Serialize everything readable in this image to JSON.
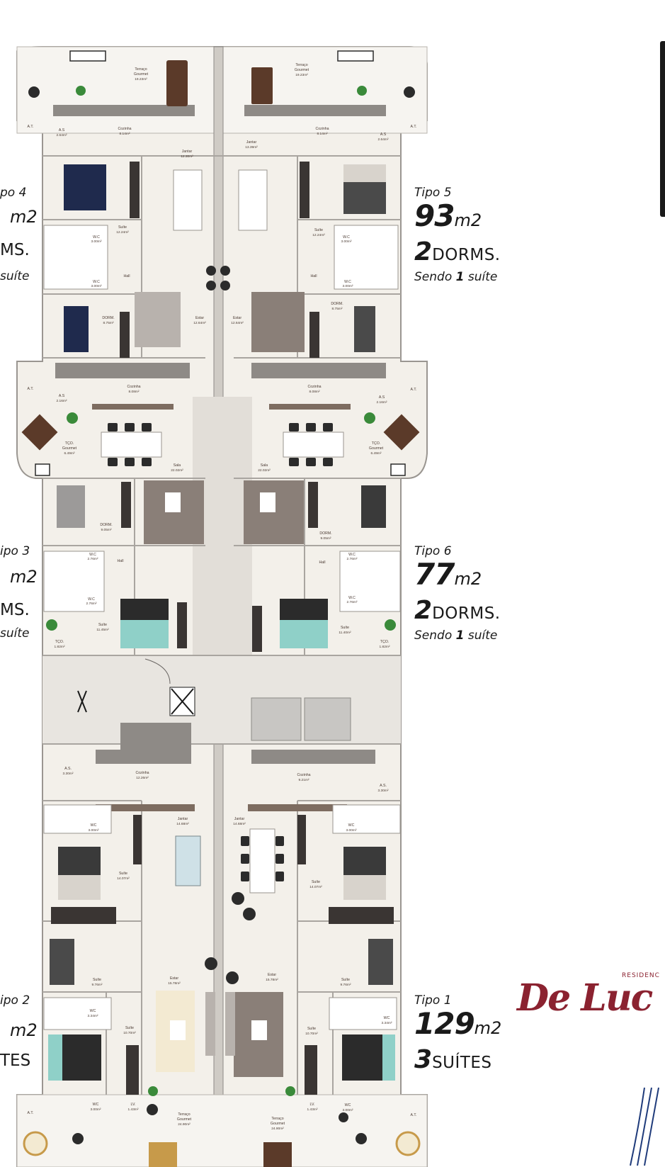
{
  "units": [
    {
      "tipo": "Tipo 5",
      "area_num": "93",
      "area_unit": "m2",
      "dorm_num": "2",
      "dorm_word": "DORMS.",
      "sendo_pre": "Sendo ",
      "sendo_num": "1",
      "sendo_post": " suíte"
    },
    {
      "tipo": "Tipo 6",
      "area_num": "77",
      "area_unit": "m2",
      "dorm_num": "2",
      "dorm_word": "DORMS.",
      "sendo_pre": "Sendo ",
      "sendo_num": "1",
      "sendo_post": " suíte"
    },
    {
      "tipo": "Tipo 1",
      "area_num": "129",
      "area_unit": "m2",
      "dorm_num": "3",
      "dorm_word": "SUÍTES"
    }
  ],
  "left_edge": {
    "t4_name": "po 4",
    "t4_area": "m2",
    "t4_dorm": "MS.",
    "t4_sendo": "suíte",
    "t3_name": "ipo 3",
    "t3_area": "m2",
    "t3_dorm": "MS.",
    "t3_sendo": "suíte",
    "t2_name": "ipo 2",
    "t2_area": "m2",
    "t2_dorm": "TES"
  },
  "logo": {
    "script": "De Luc",
    "residence": "RESIDENC"
  },
  "rooms": {
    "terraco_l": "Terraço",
    "terraco_l2": "Gourmet",
    "terraco_l_a": "19.23m²",
    "terraco_r": "Terraço",
    "terraco_r2": "Gourmet",
    "terraco_r_a": "19.23m²",
    "at": "A.T.",
    "as_tl": "A.S",
    "as_tl_a": "2.64m²",
    "coz_tl": "Cozinha",
    "coz_tl_a": "8.14m²",
    "coz_tr": "Cozinha",
    "coz_tr_a": "8.14m²",
    "as_tr": "A.S",
    "as_tr_a": "2.64m²",
    "jantar_l": "Jantar",
    "jantar_l_a": "12.30m²",
    "jantar_r": "Jantar",
    "jantar_r_a": "13.39m²",
    "suite_tl": "Suíte",
    "suite_tl_a": "12.24m²",
    "suite_tr": "Suíte",
    "suite_tr_a": "12.24m²",
    "wc": "W.C",
    "wc_a1": "3.00m²",
    "hall": "Hall",
    "dorm_tl": "DORM.",
    "dorm_tl_a": "8.75m²",
    "dorm_tr": "DORM.",
    "dorm_tr_a": "8.75m²",
    "estar_l": "Estar",
    "estar_l_a": "12.64m²",
    "estar_r": "Estar",
    "estar_r_a": "12.64m²",
    "coz_ml": "Cozinha",
    "coz_ml_a": "8.08m²",
    "coz_mr": "Cozinha",
    "coz_mr_a": "8.08m²",
    "as_m": "A.S",
    "as_m_a": "2.16m²",
    "tco": "TÇO.",
    "tco2": "Gourmet",
    "tco_a": "6.49m²",
    "sala_l": "Sala",
    "sala_l_a": "22.02m²",
    "sala_r": "Sala",
    "sala_r_a": "22.02m²",
    "dorm_ml": "DORM.",
    "dorm_ml_a": "9.05m²",
    "dorm_mr": "DORM.",
    "dorm_mr_a": "9.05m²",
    "wc_m": "W.C",
    "wc_m_a": "2.76m²",
    "suite_ml": "Suíte",
    "suite_ml_a": "11.45m²",
    "suite_mr": "Suíte",
    "suite_mr_a": "11.40m²",
    "tco_small": "TÇO.",
    "tco_small_a": "1.82m²",
    "as_bl": "A.S.",
    "as_bl_a": "3.30m²",
    "coz_bl": "Cozinha",
    "coz_bl_a": "12.26m²",
    "coz_br": "Cozinha",
    "coz_br_a": "9.21m²",
    "as_br": "A.S.",
    "as_br_a": "3.30m²",
    "wc_b": "WC",
    "wc_b_a": "3.00m²",
    "jantar_bl": "Jantar",
    "jantar_bl_a": "14.68m²",
    "jantar_br": "Jantar",
    "jantar_br_a": "14.68m²",
    "suite_bl": "Suíte",
    "suite_bl_a": "14.07m²",
    "suite_br": "Suíte",
    "suite_br_a": "14.07m²",
    "suite_s": "Suíte",
    "suite_s_a": "9.76m²",
    "estar_bl": "Estar",
    "estar_bl_a": "15.78m²",
    "estar_br": "Estar",
    "estar_br_a": "15.78m²",
    "wc_c": "WC",
    "wc_c_a": "3.34m²",
    "suite_c": "Suíte",
    "suite_c_a": "10.70m²",
    "lv": "LV.",
    "lv_a": "1.43m²",
    "terraco_bl": "Terraço",
    "terraco_bl2": "Gourmet",
    "terraco_bl_a": "24.90m²",
    "terraco_br": "Terraço",
    "terraco_br2": "Gourmet",
    "terraco_br_a": "24.90m²"
  },
  "colors": {
    "floor": "#efebe4",
    "wall": "#d6d2cc",
    "outline": "#8d8a86",
    "wood": "#5b3a29",
    "dark": "#2b2b2b",
    "bed_navy": "#1f2a4d",
    "bed_teal": "#8fd0c8",
    "rug": "#8a7f78",
    "logo": "#8b2230"
  }
}
